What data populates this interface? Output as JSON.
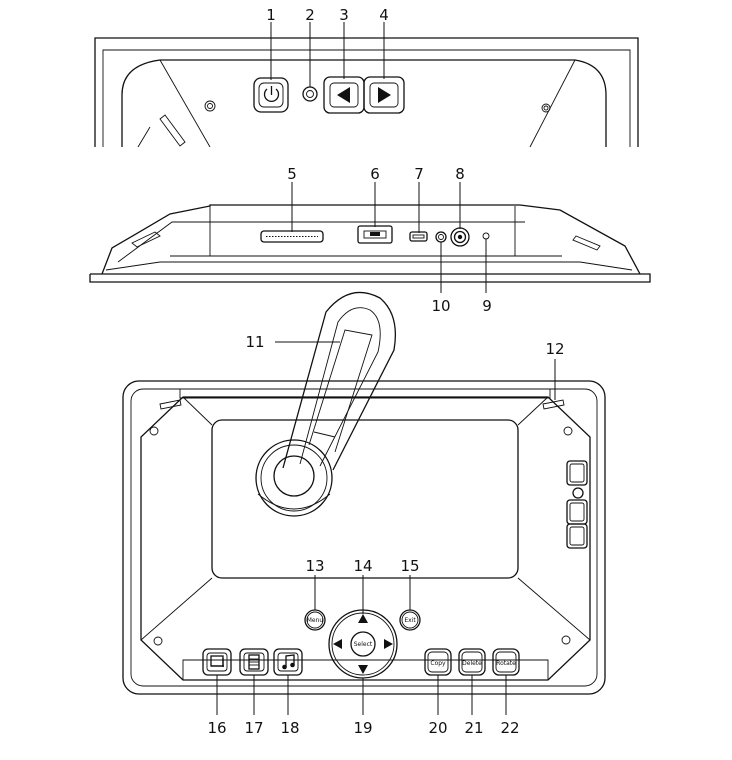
{
  "callouts": {
    "c1": "1",
    "c2": "2",
    "c3": "3",
    "c4": "4",
    "c5": "5",
    "c6": "6",
    "c7": "7",
    "c8": "8",
    "c9": "9",
    "c10": "10",
    "c11": "11",
    "c12": "12",
    "c13": "13",
    "c14": "14",
    "c15": "15",
    "c16": "16",
    "c17": "17",
    "c18": "18",
    "c19": "19",
    "c20": "20",
    "c21": "21",
    "c22": "22"
  },
  "buttons": {
    "menu": "Menu",
    "select": "Select",
    "exit": "Exit",
    "copy": "Copy",
    "delete": "Delete",
    "rotate": "Rotate"
  }
}
